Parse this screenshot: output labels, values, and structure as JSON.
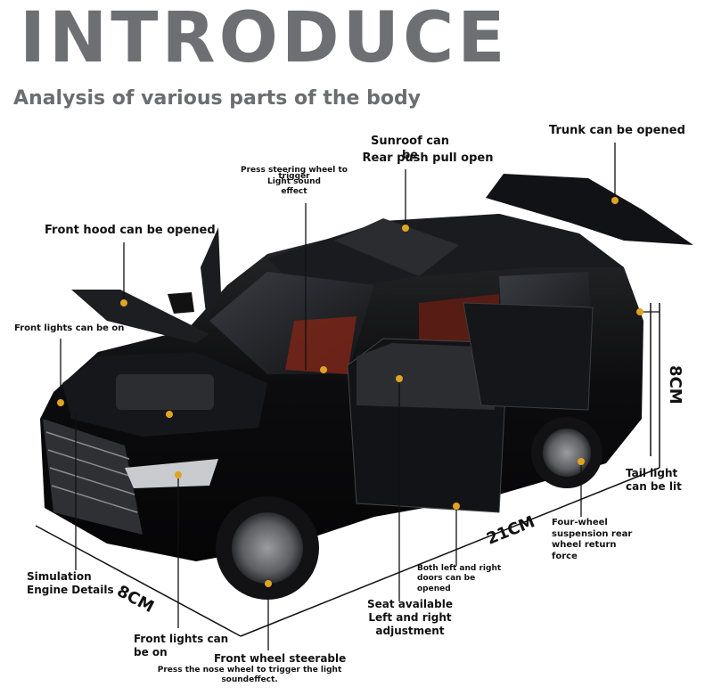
{
  "header": {
    "title": "INTRODUCE",
    "subtitle": "Analysis of various parts of the body"
  },
  "callouts": {
    "sunroof_line1": "Sunroof can be",
    "sunroof_line2": "Rear push pull open",
    "trunk": "Trunk can be opened",
    "steering_line1": "Press steering wheel to",
    "steering_line2": "trigger",
    "steering_line3": "Light sound",
    "steering_line4": "effect",
    "front_hood": "Front hood can be opened",
    "front_lights_on": "Front lights can be on",
    "tail_light_line1": "Tail light",
    "tail_light_line2": "can be lit",
    "suspension_line1": "Four-wheel",
    "suspension_line2": "suspension rear",
    "suspension_line3": "wheel return",
    "suspension_line4": "force",
    "doors_line1": "Both left and right",
    "doors_line2": "doors can be",
    "doors_line3": "opened",
    "seat_line1": "Seat available",
    "seat_line2": "Left and right",
    "seat_line3": "adjustment",
    "engine_line1": "Simulation",
    "engine_line2": "Engine Details",
    "front_lights_line1": "Front lights can",
    "front_lights_line2": "be on",
    "front_wheel_line1": "Front wheel steerable",
    "front_wheel_line2": "Press the nose wheel to trigger the light",
    "front_wheel_line3": "soundeffect."
  },
  "dimensions": {
    "height": "8CM",
    "length": "21CM",
    "width": "8CM"
  },
  "colors": {
    "title_gray": "#6d6f72",
    "car_body": "#0d0d0f",
    "interior_red": "#7a2418",
    "pointer_dot": "#e0a323"
  }
}
